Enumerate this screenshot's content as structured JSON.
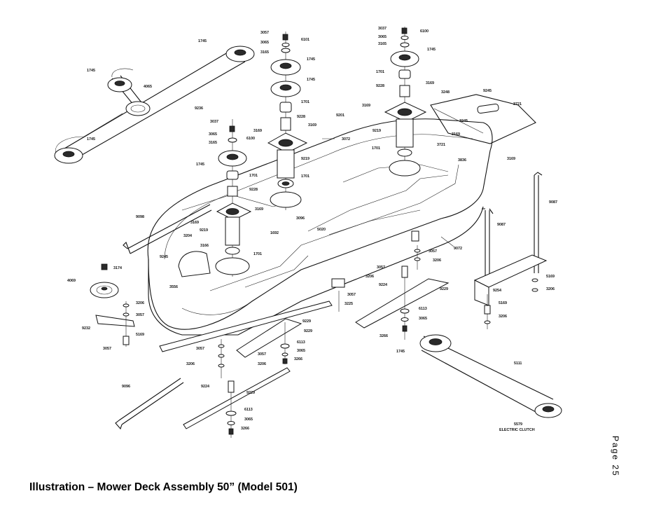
{
  "caption": "Illustration – Mower Deck Assembly 50” (Model 501)",
  "page": {
    "label": "Page",
    "number": "25"
  },
  "part_labels": {
    "belt_upper_left": [
      "1745",
      "1745",
      "4065",
      "9236",
      "1745"
    ],
    "center_spindle": [
      "3057",
      "3065",
      "3165",
      "6101",
      "1745",
      "1745",
      "1701",
      "9228",
      "3169",
      "3169",
      "3072",
      "9219",
      "1701"
    ],
    "left_spindle": [
      "3037",
      "3065",
      "3165",
      "6100",
      "1745",
      "1701",
      "9228",
      "3169",
      "3169",
      "9219",
      "3204",
      "3166",
      "1701",
      "9245"
    ],
    "right_spindle": [
      "3037",
      "3065",
      "3165",
      "6100",
      "1745",
      "1701",
      "9228",
      "3169",
      "3248",
      "9245",
      "3721",
      "3169",
      "3245",
      "3169",
      "9219",
      "1701",
      "3721",
      "3836",
      "3169",
      "9201"
    ],
    "deck_left": [
      "9098",
      "1692",
      "3096",
      "5020",
      "3556"
    ],
    "idler_left": [
      "3174",
      "4069",
      "3206",
      "3057",
      "9232",
      "5169",
      "3057"
    ],
    "blades_center": [
      "3057",
      "3206",
      "9224",
      "9229",
      "9229",
      "6113",
      "3065",
      "3057",
      "3206",
      "3266",
      "9229",
      "6113",
      "3065",
      "3266",
      "9096"
    ],
    "right_side": [
      "9072",
      "3057",
      "3206",
      "3057",
      "3206",
      "9224",
      "9229",
      "3057",
      "3225",
      "6113",
      "3065",
      "3266",
      "9087",
      "9087",
      "9254",
      "5169",
      "3206",
      "5169",
      "3206"
    ],
    "belt_lower_right": [
      "1745",
      "5111",
      "5579"
    ],
    "electric_clutch": "ELECTRIC CLUTCH"
  }
}
